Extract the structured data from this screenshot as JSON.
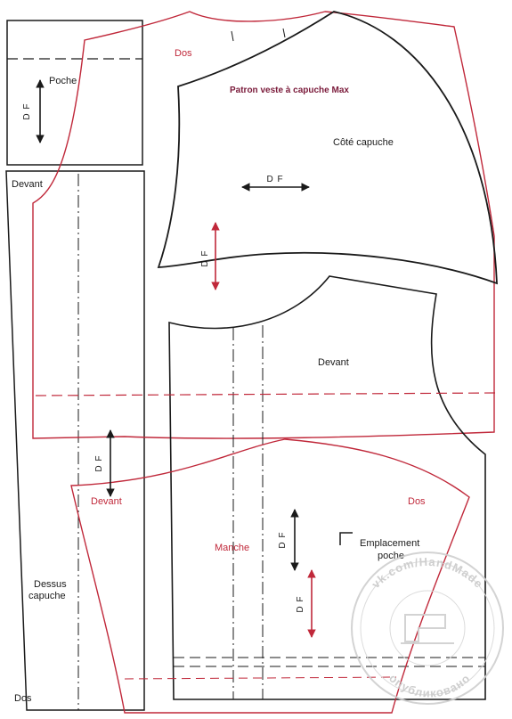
{
  "title": "Patron veste à capuche Max",
  "labels": {
    "poche": "Poche",
    "devant_left": "Devant",
    "dos_top": "Dos",
    "cote_capuche": "Côté capuche",
    "devant_center": "Devant",
    "devant_lower": "Devant",
    "manche": "Manche",
    "dos_right": "Dos",
    "emplacement_line1": "Emplacement",
    "emplacement_line2": "poche",
    "dessus_line1": "Dessus",
    "dessus_line2": "capuche",
    "dos_bottom": "Dos"
  },
  "grain_label": "D F",
  "watermark": {
    "top_text": "vk.com/HandMade",
    "bottom_text": "опубликовано"
  },
  "colors": {
    "outline_black": "#1a1a1a",
    "outline_red": "#c0283a",
    "label_red": "#c0283a",
    "title_color": "#7a1a3a",
    "watermark_gray": "#c9c9c9"
  }
}
